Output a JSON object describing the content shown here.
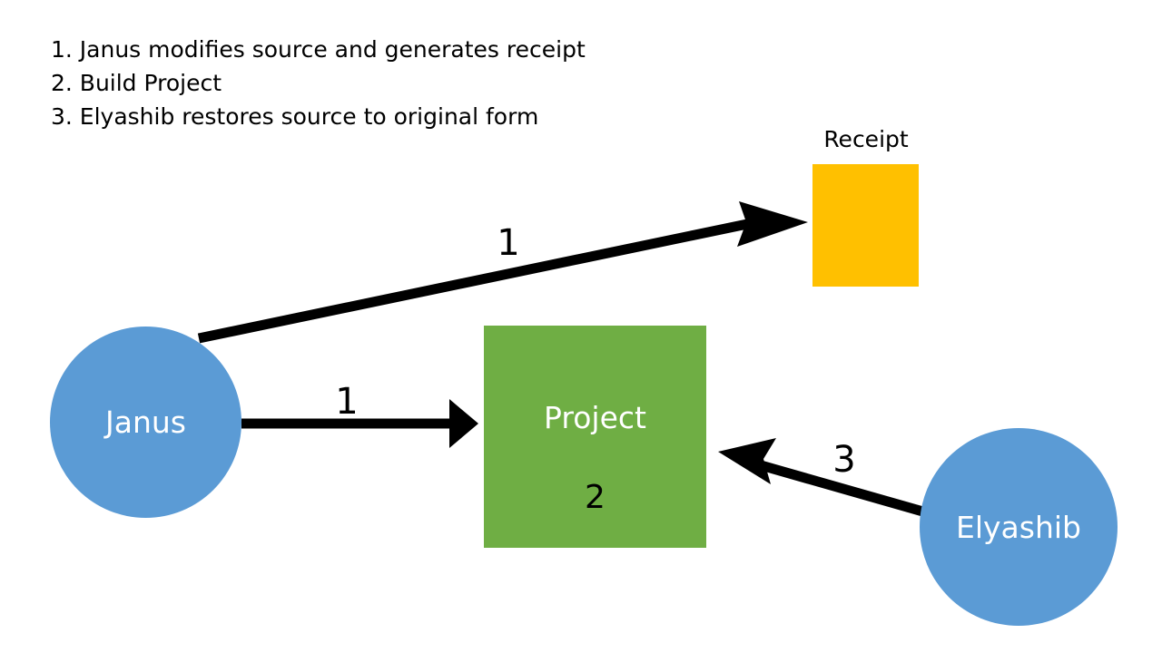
{
  "legend": {
    "lines": [
      "1. Janus modifies source and generates receipt",
      "2. Build Project",
      "3. Elyashib restores source to original form"
    ]
  },
  "nodes": {
    "janus": {
      "label": "Janus",
      "shape": "circle",
      "color": "#5b9bd5",
      "text_color": "#ffffff"
    },
    "elyashib": {
      "label": "Elyashib",
      "shape": "circle",
      "color": "#5b9bd5",
      "text_color": "#ffffff"
    },
    "project": {
      "label": "Project",
      "step": "2",
      "shape": "rectangle",
      "color": "#6fae44",
      "text_color": "#ffffff",
      "step_color": "#000000"
    },
    "receipt": {
      "label": "Receipt",
      "shape": "rectangle",
      "color": "#ffc000",
      "text_color": "#000000"
    }
  },
  "edges": {
    "janus_to_receipt": {
      "label": "1",
      "from": "janus",
      "to": "receipt",
      "color": "#000000"
    },
    "janus_to_project": {
      "label": "1",
      "from": "janus",
      "to": "project",
      "color": "#000000"
    },
    "elyashib_to_project": {
      "label": "3",
      "from": "elyashib",
      "to": "project",
      "color": "#000000"
    }
  },
  "colors": {
    "background": "#ffffff",
    "actor": "#5b9bd5",
    "artifact": "#6fae44",
    "receipt": "#ffc000",
    "arrow": "#000000"
  }
}
